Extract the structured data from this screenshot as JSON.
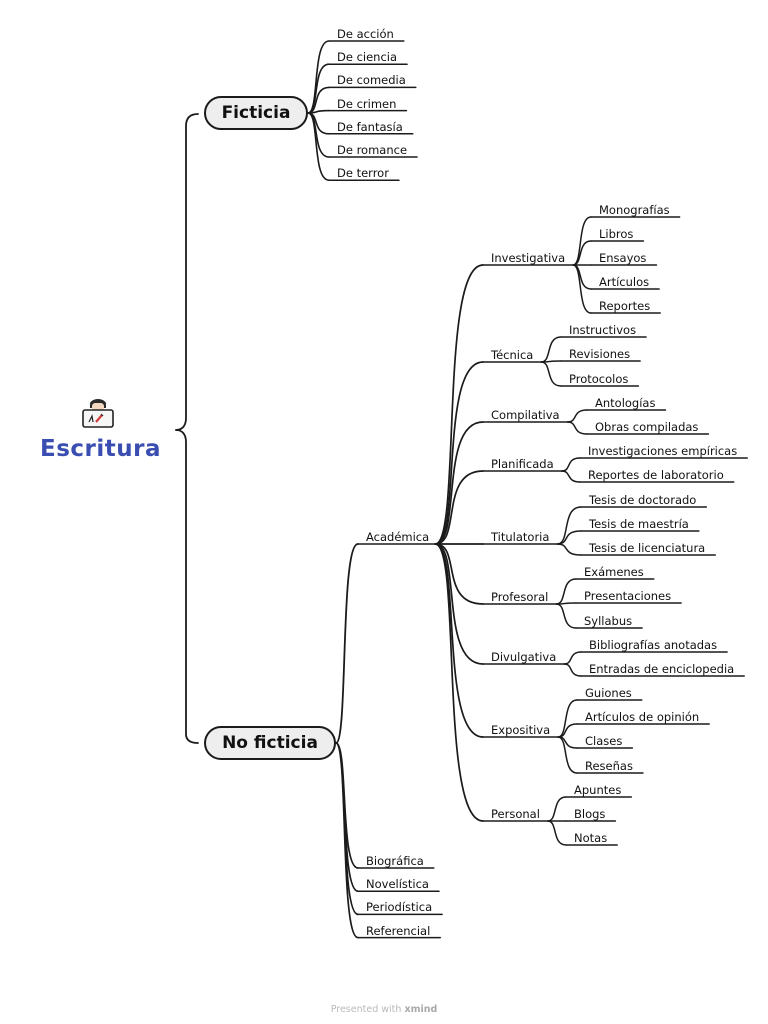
{
  "root": {
    "label": "Escritura",
    "icon": "writer-laptop-icon",
    "color": "#3a4db0"
  },
  "ficticia": {
    "label": "Ficticia",
    "children": [
      "De acción",
      "De ciencia",
      "De comedia",
      "De crimen",
      "De fantasía",
      "De romance",
      "De terror"
    ]
  },
  "no_ficticia": {
    "label": "No ficticia",
    "academica": {
      "label": "Académica",
      "groups": [
        {
          "label": "Investigativa",
          "items": [
            "Monografías",
            "Libros",
            "Ensayos",
            "Artículos",
            "Reportes"
          ]
        },
        {
          "label": "Técnica",
          "items": [
            "Instructivos",
            "Revisiones",
            "Protocolos"
          ]
        },
        {
          "label": "Compilativa",
          "items": [
            "Antologías",
            "Obras compiladas"
          ]
        },
        {
          "label": "Planificada",
          "items": [
            "Investigaciones empíricas",
            "Reportes de laboratorio"
          ]
        },
        {
          "label": "Titulatoria",
          "items": [
            "Tesis de doctorado",
            "Tesis de maestría",
            "Tesis de licenciatura"
          ]
        },
        {
          "label": "Profesoral",
          "items": [
            "Exámenes",
            "Presentaciones",
            "Syllabus"
          ]
        },
        {
          "label": "Divulgativa",
          "items": [
            "Bibliografías anotadas",
            "Entradas de enciclopedia"
          ]
        },
        {
          "label": "Expositiva",
          "items": [
            "Guiones",
            "Artículos de opinión",
            "Clases",
            "Reseñas"
          ]
        },
        {
          "label": "Personal",
          "items": [
            "Apuntes",
            "Blogs",
            "Notas"
          ]
        }
      ]
    },
    "others": [
      "Biográfica",
      "Novelística",
      "Periodística",
      "Referencial"
    ]
  },
  "footer": {
    "prefix": "Presented with",
    "brand": "xmind"
  }
}
